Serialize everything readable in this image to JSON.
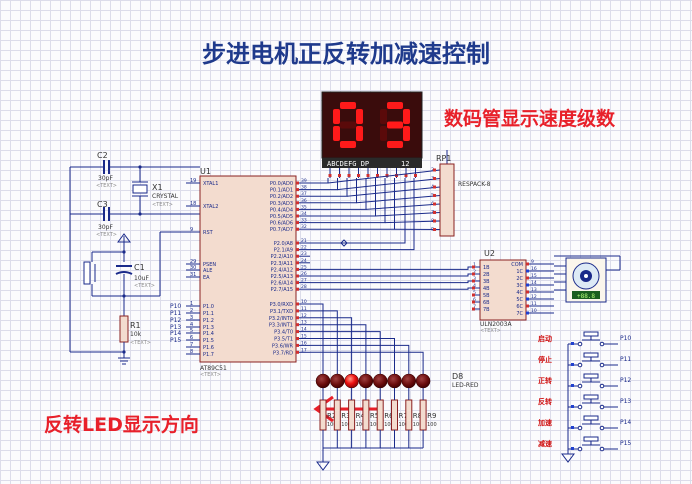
{
  "title": "步进电机正反转加减速控制",
  "annotations": {
    "display_note": "数码管显示速度级数",
    "led_note": "反转LED显示方向"
  },
  "display": {
    "digits": "03",
    "segment_label": "ABCDEFG DP",
    "digit_label": "12"
  },
  "mcu": {
    "ref": "U1",
    "part": "AT89C51",
    "text_tag": "<TEXT>",
    "left_pins": [
      {
        "num": "19",
        "name": "XTAL1"
      },
      {
        "num": "18",
        "name": "XTAL2"
      },
      {
        "num": "9",
        "name": "RST"
      },
      {
        "num": "29",
        "name": "PSEN"
      },
      {
        "num": "30",
        "name": "ALE"
      },
      {
        "num": "31",
        "name": "EA"
      },
      {
        "num": "1",
        "name": "P1.0"
      },
      {
        "num": "2",
        "name": "P1.1"
      },
      {
        "num": "3",
        "name": "P1.2"
      },
      {
        "num": "4",
        "name": "P1.3"
      },
      {
        "num": "5",
        "name": "P1.4"
      },
      {
        "num": "6",
        "name": "P1.5"
      },
      {
        "num": "7",
        "name": "P1.6"
      },
      {
        "num": "8",
        "name": "P1.7"
      }
    ],
    "right_pins": [
      {
        "num": "39",
        "name": "P0.0/AD0"
      },
      {
        "num": "38",
        "name": "P0.1/AD1"
      },
      {
        "num": "37",
        "name": "P0.2/AD2"
      },
      {
        "num": "36",
        "name": "P0.3/AD3"
      },
      {
        "num": "35",
        "name": "P0.4/AD4"
      },
      {
        "num": "34",
        "name": "P0.5/AD5"
      },
      {
        "num": "33",
        "name": "P0.6/AD6"
      },
      {
        "num": "32",
        "name": "P0.7/AD7"
      },
      {
        "num": "21",
        "name": "P2.0/A8"
      },
      {
        "num": "22",
        "name": "P2.1/A9"
      },
      {
        "num": "23",
        "name": "P2.2/A10"
      },
      {
        "num": "24",
        "name": "P2.3/A11"
      },
      {
        "num": "25",
        "name": "P2.4/A12"
      },
      {
        "num": "26",
        "name": "P2.5/A13"
      },
      {
        "num": "27",
        "name": "P2.6/A14"
      },
      {
        "num": "28",
        "name": "P2.7/A15"
      },
      {
        "num": "10",
        "name": "P3.0/RXD"
      },
      {
        "num": "11",
        "name": "P3.1/TXD"
      },
      {
        "num": "12",
        "name": "P3.2/INT0"
      },
      {
        "num": "13",
        "name": "P3.3/INT1"
      },
      {
        "num": "14",
        "name": "P3.4/T0"
      },
      {
        "num": "15",
        "name": "P3.5/T1"
      },
      {
        "num": "16",
        "name": "P3.6/WR"
      },
      {
        "num": "17",
        "name": "P3.7/RD"
      }
    ]
  },
  "crystal": {
    "c2_ref": "C2",
    "c2_val": "30pF",
    "c3_ref": "C3",
    "c3_val": "30pF",
    "x1_ref": "X1",
    "x1_val": "CRYSTAL",
    "text_tag": "<TEXT>"
  },
  "reset": {
    "c1_ref": "C1",
    "c1_val": "10uF",
    "r1_ref": "R1",
    "r1_val": "10k",
    "text_tag": "<TEXT>"
  },
  "respack": {
    "ref": "RP1",
    "part": "RESPACK-8",
    "pins": [
      "2",
      "3",
      "4",
      "5",
      "6",
      "7",
      "8",
      "9"
    ],
    "common_pin": "1"
  },
  "driver": {
    "ref": "U2",
    "part": "ULN2003A",
    "text_tag": "<TEXT>",
    "in_pins": [
      {
        "num": "1",
        "name": "1B"
      },
      {
        "num": "2",
        "name": "2B"
      },
      {
        "num": "3",
        "name": "3B"
      },
      {
        "num": "4",
        "name": "4B"
      },
      {
        "num": "5",
        "name": "5B"
      },
      {
        "num": "6",
        "name": "6B"
      },
      {
        "num": "7",
        "name": "7B"
      }
    ],
    "out_pins": [
      {
        "num": "9",
        "name": "COM"
      },
      {
        "num": "16",
        "name": "1C"
      },
      {
        "num": "15",
        "name": "2C"
      },
      {
        "num": "14",
        "name": "3C"
      },
      {
        "num": "13",
        "name": "4C"
      },
      {
        "num": "12",
        "name": "5C"
      },
      {
        "num": "11",
        "name": "6C"
      },
      {
        "num": "10",
        "name": "7C"
      }
    ]
  },
  "motor": {
    "readout": "+88.8"
  },
  "leds": {
    "ref": "D8",
    "part": "LED-RED",
    "count": 8,
    "lit_index": 2
  },
  "resistors": [
    {
      "ref": "R2",
      "val": "100"
    },
    {
      "ref": "R3",
      "val": "100"
    },
    {
      "ref": "R4",
      "val": "100"
    },
    {
      "ref": "R5",
      "val": "100"
    },
    {
      "ref": "R6",
      "val": "100"
    },
    {
      "ref": "R7",
      "val": "100"
    },
    {
      "ref": "R8",
      "val": "100"
    },
    {
      "ref": "R9",
      "val": "100"
    }
  ],
  "buttons": [
    {
      "label": "启动",
      "pin": "P10"
    },
    {
      "label": "停止",
      "pin": "P11"
    },
    {
      "label": "正转",
      "pin": "P12"
    },
    {
      "label": "反转",
      "pin": "P13"
    },
    {
      "label": "加速",
      "pin": "P14"
    },
    {
      "label": "减速",
      "pin": "P15"
    }
  ],
  "p1_labels": [
    "P10",
    "P11",
    "P12",
    "P13",
    "P14",
    "P15"
  ],
  "colors": {
    "wire": "#1a2a8a",
    "chip_fill": "#f3dccf",
    "chip_stroke": "#8a2020",
    "title": "#1f3a8c",
    "note": "#e8202a",
    "pin_text": "#1a2a8a",
    "seg_on": "#ff1a1a",
    "seg_off": "#5a0a0a"
  }
}
